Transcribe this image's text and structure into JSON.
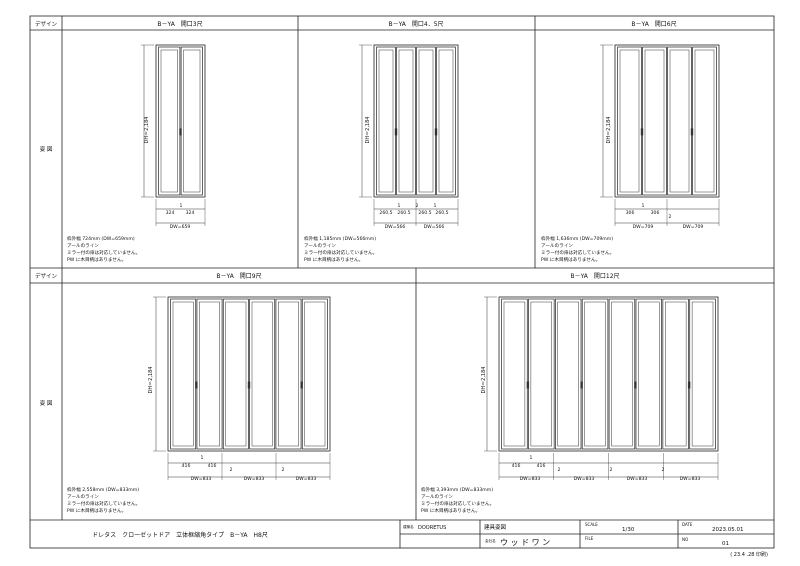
{
  "row_labels": {
    "design": "デザイン",
    "elevation": "姿 図"
  },
  "panels": [
    {
      "title": "B－YA　開口3尺",
      "panels": 2,
      "dh_label": "DH＝2,184",
      "dims_small": [
        "324",
        "324"
      ],
      "dims_small_extra": [
        "1"
      ],
      "dims_dw": [
        "DW=659"
      ],
      "notes": [
        "枠外幅 724mm (DW=659mm)",
        "アールのライン",
        "ミラー付の扉は対応していません。",
        "PW に木目柄はありません。"
      ]
    },
    {
      "title": "B－YA　開口4．5尺",
      "panels": 4,
      "dh_label": "DH＝2,184",
      "dims_small": [
        "260.5",
        "260.5",
        "260.5",
        "260.5"
      ],
      "dims_small_extra": [
        "1",
        "2",
        "1"
      ],
      "dims_dw": [
        "DW=566",
        "DW=566"
      ],
      "notes": [
        "枠外幅 1,185mm (DW=566mm)",
        "アールのライン",
        "ミラー付の扉は対応していません。",
        "PW に木目柄はありません。"
      ]
    },
    {
      "title": "B－YA　開口6尺",
      "panels": 4,
      "dh_label": "DH＝2,184",
      "dims_small": [
        "306",
        "306"
      ],
      "dims_small_extra": [
        "1",
        "2"
      ],
      "dims_dw": [
        "DW=709",
        "DW=709"
      ],
      "notes": [
        "枠外幅 1,636mm (DW=709mm)",
        "アールのライン",
        "ミラー付の扉は対応していません。",
        "PW に木目柄はありません。"
      ]
    },
    {
      "title": "B－YA　開口9尺",
      "panels": 6,
      "dh_label": "DH＝2,184",
      "dims_small": [
        "416",
        "416"
      ],
      "dims_small_extra": [
        "1",
        "2",
        "2"
      ],
      "dims_dw": [
        "DW=833",
        "DW=833",
        "DW=833"
      ],
      "notes": [
        "枠外幅 2,558mm (DW=833mm)",
        "アールのライン",
        "ミラー付の扉は対応していません。",
        "PW に木目柄はありません。"
      ]
    },
    {
      "title": "B－YA　開口12尺",
      "panels": 8,
      "dh_label": "DH＝2,184",
      "dims_small": [
        "416",
        "416"
      ],
      "dims_small_extra": [
        "1",
        "2",
        "2",
        "2"
      ],
      "dims_dw": [
        "DW=833",
        "DW=833",
        "DW=833",
        "DW=833"
      ],
      "notes": [
        "枠外幅 3,393mm (DW=833mm)",
        "アールのライン",
        "ミラー付の扉は対応していません。",
        "PW に木目柄はありません。"
      ]
    }
  ],
  "title_block": {
    "product_name": "ドレタス　クローゼットドア　立体框縮角タイプ　B－YA　H8尺",
    "brand_label": "建築名",
    "brand": "DOORETUS",
    "drawing_type": "建具姿図",
    "scale_label": "SCALE",
    "scale": "1/30",
    "date_label": "DATE",
    "date": "2023.05.01",
    "company_label": "会社名",
    "company": "ウ ッ ド ワ ン",
    "file_label": "FILE",
    "no_label": "NO",
    "no": "01",
    "print_note": "( 23.4 .28 印刷)"
  }
}
